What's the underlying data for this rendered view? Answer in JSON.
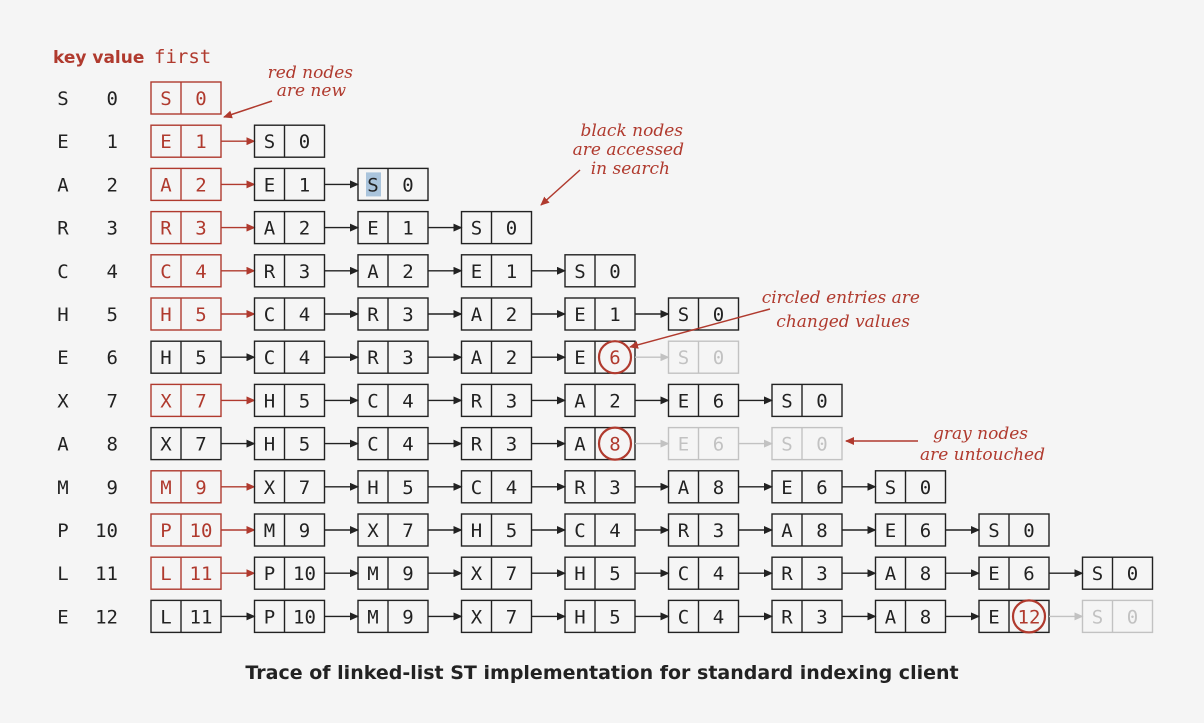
{
  "header": {
    "key_value_label": "key value",
    "first_label": "first"
  },
  "colors": {
    "new": "#b03a2e",
    "accessed": "#222222",
    "untouched": "#c2c2c2",
    "highlight": "#aac4dc"
  },
  "rows": [
    {
      "key": "S",
      "value": "0",
      "nodes": [
        [
          "S",
          "0",
          "new"
        ]
      ]
    },
    {
      "key": "E",
      "value": "1",
      "nodes": [
        [
          "E",
          "1",
          "new"
        ],
        [
          "S",
          "0",
          "black"
        ]
      ]
    },
    {
      "key": "A",
      "value": "2",
      "nodes": [
        [
          "A",
          "2",
          "new"
        ],
        [
          "E",
          "1",
          "black"
        ],
        [
          "S",
          "0",
          "black",
          "hl"
        ]
      ]
    },
    {
      "key": "R",
      "value": "3",
      "nodes": [
        [
          "R",
          "3",
          "new"
        ],
        [
          "A",
          "2",
          "black"
        ],
        [
          "E",
          "1",
          "black"
        ],
        [
          "S",
          "0",
          "black"
        ]
      ]
    },
    {
      "key": "C",
      "value": "4",
      "nodes": [
        [
          "C",
          "4",
          "new"
        ],
        [
          "R",
          "3",
          "black"
        ],
        [
          "A",
          "2",
          "black"
        ],
        [
          "E",
          "1",
          "black"
        ],
        [
          "S",
          "0",
          "black"
        ]
      ]
    },
    {
      "key": "H",
      "value": "5",
      "nodes": [
        [
          "H",
          "5",
          "new"
        ],
        [
          "C",
          "4",
          "black"
        ],
        [
          "R",
          "3",
          "black"
        ],
        [
          "A",
          "2",
          "black"
        ],
        [
          "E",
          "1",
          "black"
        ],
        [
          "S",
          "0",
          "black"
        ]
      ]
    },
    {
      "key": "E",
      "value": "6",
      "nodes": [
        [
          "H",
          "5",
          "black"
        ],
        [
          "C",
          "4",
          "black"
        ],
        [
          "R",
          "3",
          "black"
        ],
        [
          "A",
          "2",
          "black"
        ],
        [
          "E",
          "6",
          "black",
          "circle"
        ],
        [
          "S",
          "0",
          "gray"
        ]
      ]
    },
    {
      "key": "X",
      "value": "7",
      "nodes": [
        [
          "X",
          "7",
          "new"
        ],
        [
          "H",
          "5",
          "black"
        ],
        [
          "C",
          "4",
          "black"
        ],
        [
          "R",
          "3",
          "black"
        ],
        [
          "A",
          "2",
          "black"
        ],
        [
          "E",
          "6",
          "black"
        ],
        [
          "S",
          "0",
          "black"
        ]
      ]
    },
    {
      "key": "A",
      "value": "8",
      "nodes": [
        [
          "X",
          "7",
          "black"
        ],
        [
          "H",
          "5",
          "black"
        ],
        [
          "C",
          "4",
          "black"
        ],
        [
          "R",
          "3",
          "black"
        ],
        [
          "A",
          "8",
          "black",
          "circle"
        ],
        [
          "E",
          "6",
          "gray"
        ],
        [
          "S",
          "0",
          "gray"
        ]
      ]
    },
    {
      "key": "M",
      "value": "9",
      "nodes": [
        [
          "M",
          "9",
          "new"
        ],
        [
          "X",
          "7",
          "black"
        ],
        [
          "H",
          "5",
          "black"
        ],
        [
          "C",
          "4",
          "black"
        ],
        [
          "R",
          "3",
          "black"
        ],
        [
          "A",
          "8",
          "black"
        ],
        [
          "E",
          "6",
          "black"
        ],
        [
          "S",
          "0",
          "black"
        ]
      ]
    },
    {
      "key": "P",
      "value": "10",
      "nodes": [
        [
          "P",
          "10",
          "new"
        ],
        [
          "M",
          "9",
          "black"
        ],
        [
          "X",
          "7",
          "black"
        ],
        [
          "H",
          "5",
          "black"
        ],
        [
          "C",
          "4",
          "black"
        ],
        [
          "R",
          "3",
          "black"
        ],
        [
          "A",
          "8",
          "black"
        ],
        [
          "E",
          "6",
          "black"
        ],
        [
          "S",
          "0",
          "black"
        ]
      ]
    },
    {
      "key": "L",
      "value": "11",
      "nodes": [
        [
          "L",
          "11",
          "new"
        ],
        [
          "P",
          "10",
          "black"
        ],
        [
          "M",
          "9",
          "black"
        ],
        [
          "X",
          "7",
          "black"
        ],
        [
          "H",
          "5",
          "black"
        ],
        [
          "C",
          "4",
          "black"
        ],
        [
          "R",
          "3",
          "black"
        ],
        [
          "A",
          "8",
          "black"
        ],
        [
          "E",
          "6",
          "black"
        ],
        [
          "S",
          "0",
          "black"
        ]
      ]
    },
    {
      "key": "E",
      "value": "12",
      "nodes": [
        [
          "L",
          "11",
          "black"
        ],
        [
          "P",
          "10",
          "black"
        ],
        [
          "M",
          "9",
          "black"
        ],
        [
          "X",
          "7",
          "black"
        ],
        [
          "H",
          "5",
          "black"
        ],
        [
          "C",
          "4",
          "black"
        ],
        [
          "R",
          "3",
          "black"
        ],
        [
          "A",
          "8",
          "black"
        ],
        [
          "E",
          "12",
          "black",
          "circle"
        ],
        [
          "S",
          "0",
          "gray"
        ]
      ]
    }
  ],
  "annotations": {
    "red_nodes": [
      "red nodes",
      "are new"
    ],
    "black_nodes": [
      "black nodes",
      "are accessed",
      "in search"
    ],
    "circled": [
      "circled entries are",
      "changed values"
    ],
    "gray_nodes": [
      "gray nodes",
      "are untouched"
    ]
  },
  "caption": "Trace of linked-list ST implementation for standard indexing client"
}
